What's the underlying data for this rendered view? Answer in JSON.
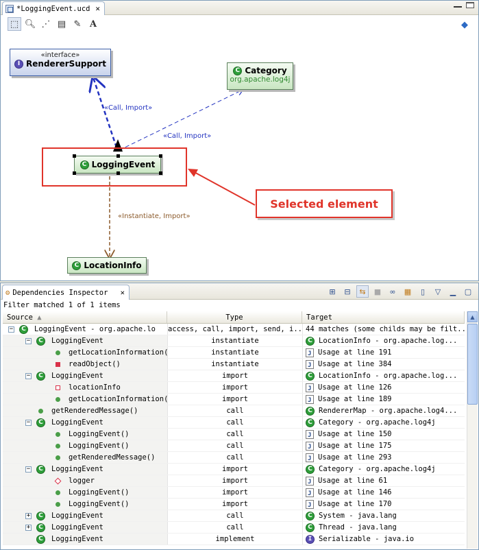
{
  "editor": {
    "tab_title": "*LoggingEvent.ucd",
    "tab_close": "✕"
  },
  "diagram": {
    "nodes": {
      "renderer": {
        "stereotype": "«interface»",
        "name": "RendererSupport"
      },
      "category": {
        "name": "Category",
        "package": "org.apache.log4j"
      },
      "logging": {
        "name": "LoggingEvent"
      },
      "location": {
        "name": "LocationInfo"
      }
    },
    "labels": {
      "call_import_1": "«Call, Import»",
      "call_import_2": "«Call, Import»",
      "instantiate_import": "«Instantiate, Import»"
    },
    "callout": "Selected element",
    "colors": {
      "highlight": "#e0342a",
      "call_arrow": "#2333c0",
      "instantiate_arrow": "#8b5a2b"
    }
  },
  "inspector": {
    "title": "Dependencies Inspector",
    "filter_text": "Filter matched 1 of 1 items",
    "columns": [
      "Source",
      "Type",
      "Target"
    ],
    "rows": [
      {
        "level": 0,
        "exp": "−",
        "icon": "class",
        "src": "LoggingEvent  -  org.apache.lo",
        "type": "access, call, import, send, i...",
        "ticon": "none",
        "target": "44 matches (some childs may be filt..."
      },
      {
        "level": 1,
        "exp": "−",
        "icon": "class",
        "src": "LoggingEvent",
        "type": "instantiate",
        "ticon": "class",
        "target": "LocationInfo  -  org.apache.log..."
      },
      {
        "level": 2,
        "exp": "",
        "icon": "dot",
        "src": "getLocationInformation()",
        "type": "instantiate",
        "ticon": "file",
        "target": "Usage at line 191"
      },
      {
        "level": 2,
        "exp": "",
        "icon": "sq",
        "src": "readObject()",
        "type": "instantiate",
        "ticon": "file",
        "target": "Usage at line 384"
      },
      {
        "level": 1,
        "exp": "−",
        "icon": "class",
        "src": "LoggingEvent",
        "type": "import",
        "ticon": "class",
        "target": "LocationInfo  -  org.apache.log..."
      },
      {
        "level": 2,
        "exp": "",
        "icon": "sqo",
        "src": "locationInfo",
        "type": "import",
        "ticon": "file",
        "target": "Usage at line 126"
      },
      {
        "level": 2,
        "exp": "",
        "icon": "dot",
        "src": "getLocationInformation()",
        "type": "import",
        "ticon": "file",
        "target": "Usage at line 189"
      },
      {
        "level": 1,
        "exp": "",
        "icon": "dot",
        "src": "getRenderedMessage()",
        "type": "call",
        "ticon": "class",
        "target": "RendererMap  -  org.apache.log4..."
      },
      {
        "level": 1,
        "exp": "−",
        "icon": "class",
        "src": "LoggingEvent",
        "type": "call",
        "ticon": "class",
        "target": "Category  -  org.apache.log4j"
      },
      {
        "level": 2,
        "exp": "",
        "icon": "dotc",
        "src": "LoggingEvent()",
        "type": "call",
        "ticon": "file",
        "target": "Usage at line 150"
      },
      {
        "level": 2,
        "exp": "",
        "icon": "dotc",
        "src": "LoggingEvent()",
        "type": "call",
        "ticon": "file",
        "target": "Usage at line 175"
      },
      {
        "level": 2,
        "exp": "",
        "icon": "dot",
        "src": "getRenderedMessage()",
        "type": "call",
        "ticon": "file",
        "target": "Usage at line 293"
      },
      {
        "level": 1,
        "exp": "−",
        "icon": "class",
        "src": "LoggingEvent",
        "type": "import",
        "ticon": "class",
        "target": "Category  -  org.apache.log4j"
      },
      {
        "level": 2,
        "exp": "",
        "icon": "field",
        "src": "logger",
        "type": "import",
        "ticon": "file",
        "target": "Usage at line 61"
      },
      {
        "level": 2,
        "exp": "",
        "icon": "dotc",
        "src": "LoggingEvent()",
        "type": "import",
        "ticon": "file",
        "target": "Usage at line 146"
      },
      {
        "level": 2,
        "exp": "",
        "icon": "dotc",
        "src": "LoggingEvent()",
        "type": "import",
        "ticon": "file",
        "target": "Usage at line 170"
      },
      {
        "level": 1,
        "exp": "+",
        "icon": "class",
        "src": "LoggingEvent",
        "type": "call",
        "ticon": "classf",
        "target": "System  -  java.lang"
      },
      {
        "level": 1,
        "exp": "+",
        "icon": "class",
        "src": "LoggingEvent",
        "type": "call",
        "ticon": "class",
        "target": "Thread  -  java.lang"
      },
      {
        "level": 1,
        "exp": "",
        "icon": "class",
        "src": "LoggingEvent",
        "type": "implement",
        "ticon": "iface",
        "target": "Serializable  -  java.io"
      }
    ]
  }
}
